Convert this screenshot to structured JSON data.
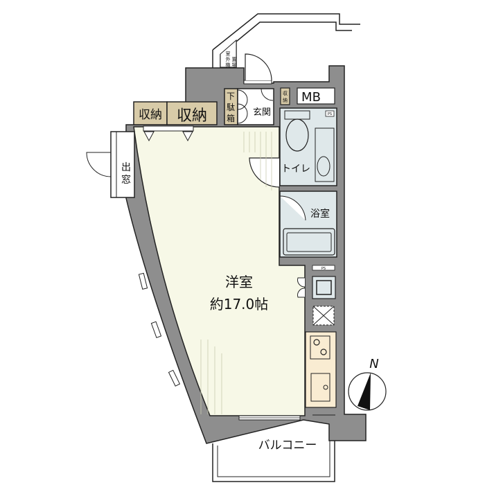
{
  "colors": {
    "wall": "#8e8e8e",
    "room": "#f7f8e7",
    "storage": "#d8cba8",
    "wet_area": "#dfe8ea",
    "kitchen": "#f9ecd2",
    "line": "#222222"
  },
  "rooms": {
    "main": {
      "name": "洋室",
      "size": "約17.0帖"
    },
    "storage_1": "収納",
    "storage_2": "収納",
    "shoe_box": [
      "下",
      "駄",
      "箱"
    ],
    "entrance": "玄関",
    "small_storage": [
      "収",
      "納"
    ],
    "meter_box": "MB",
    "pipe_space_1": "PS",
    "pipe_space_2": "PS",
    "toilet": "トイレ",
    "bath": "浴室",
    "bay_window": [
      "出",
      "窓"
    ],
    "balcony": "バルコニー",
    "outdoor_unit": [
      "室",
      "外",
      "機",
      "置",
      "場"
    ]
  },
  "compass": {
    "label": "N",
    "icon": "north-arrow-icon"
  }
}
